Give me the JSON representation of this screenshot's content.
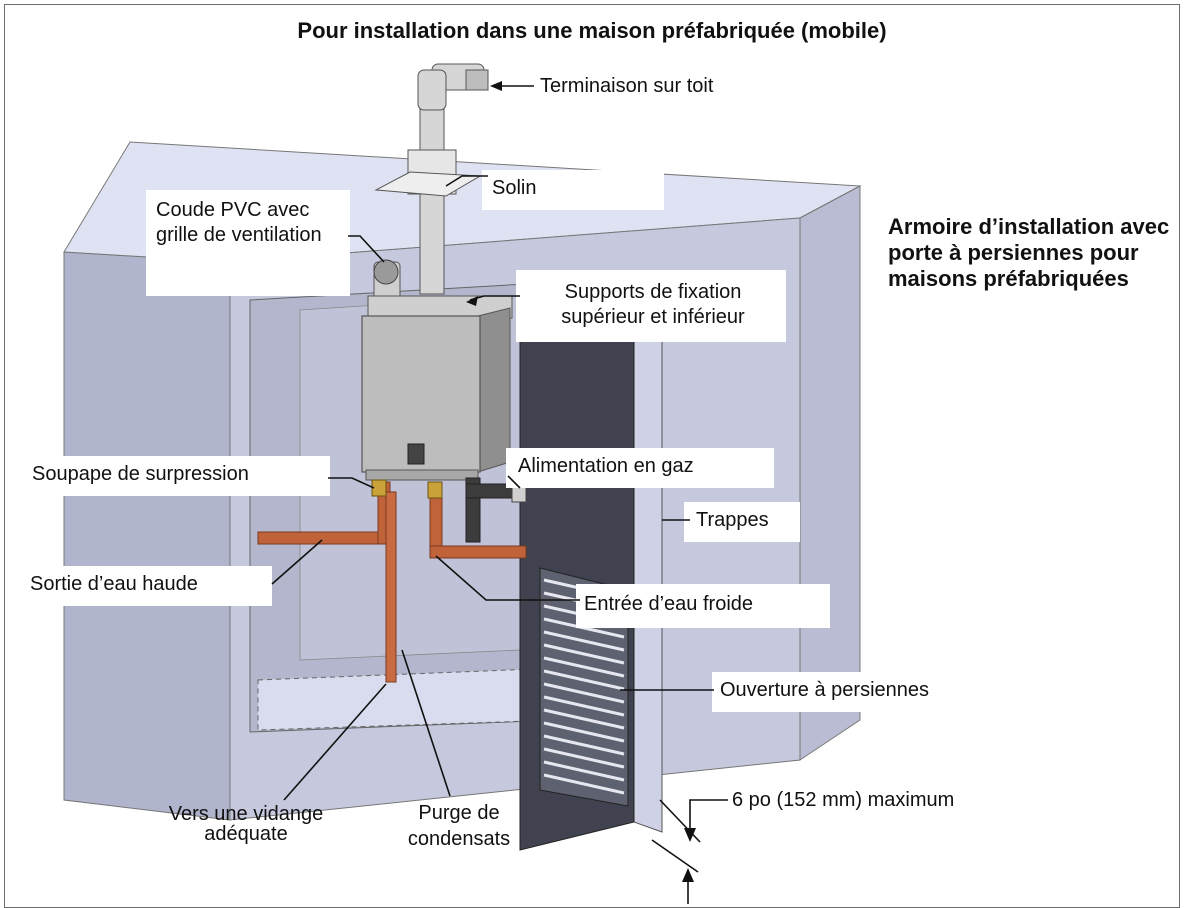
{
  "title": "Pour installation dans une maison préfabriquée (mobile)",
  "side_note": "Armoire d’installation avec porte à persiennes pour maisons préfabriquées",
  "callouts": {
    "roof_termination": "Terminaison sur toit",
    "flashing": "Solin",
    "pvc_elbow": "Coude PVC avec grille de ventilation",
    "brackets": "Supports de fixation supérieur et inférieur",
    "relief_valve": "Soupape de surpression",
    "gas_supply": "Alimentation en gaz",
    "access_doors": "Trappes",
    "hot_water_outlet": "Sortie d’eau haude",
    "cold_water_inlet": "Entrée d’eau froide",
    "louvered_opening": "Ouverture à persiennes",
    "to_drain": "Vers une vidange adéquate",
    "condensate_drain": "Purge de condensats",
    "max_clearance": "6 po (152 mm) maximum"
  },
  "colors": {
    "cabinet_side": "#b4b8d0",
    "cabinet_top": "#dfe2f2",
    "cabinet_front": "#c5c8dd",
    "door_dark": "#3c3e4c",
    "heater_body": "#b9b9b9",
    "copper": "#c0623a",
    "leader_line": "#111111"
  }
}
